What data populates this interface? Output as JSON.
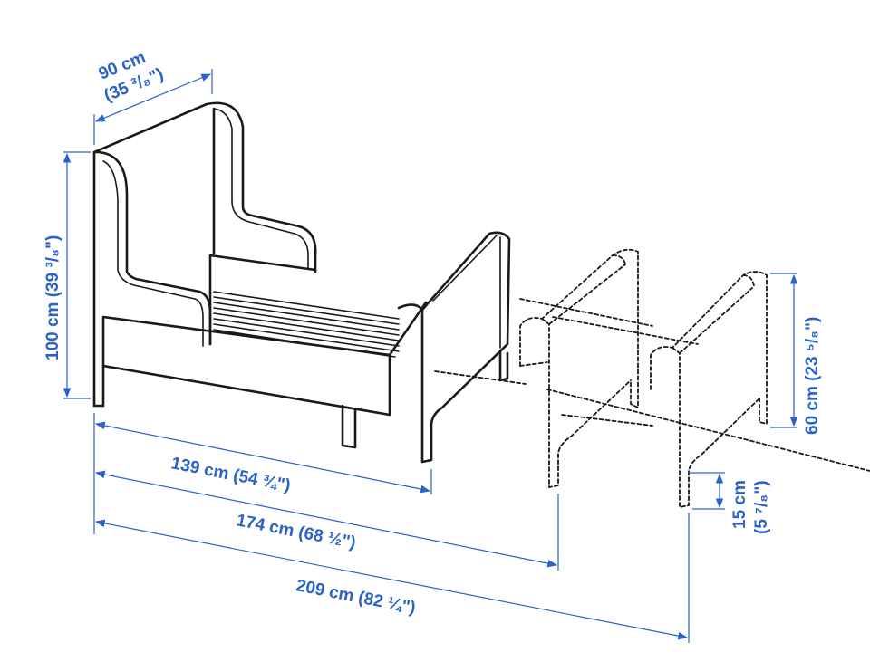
{
  "diagram": {
    "dimensions": {
      "width": [
        "90 cm",
        "(35 ³/₈\")"
      ],
      "height": "100 cm (39 ³/₈\")",
      "length_short": "139 cm (54 ¾\")",
      "length_mid": "174 cm (68 ½\")",
      "length_long": "209 cm (82 ¼\")",
      "side_height": "60 cm (23 ⁵/₈\")",
      "leg_height": [
        "15 cm",
        "(5 ⁷/₈\")"
      ]
    },
    "colors": {
      "dimension": "#2a63c8",
      "outline": "#1a1a1a"
    }
  }
}
